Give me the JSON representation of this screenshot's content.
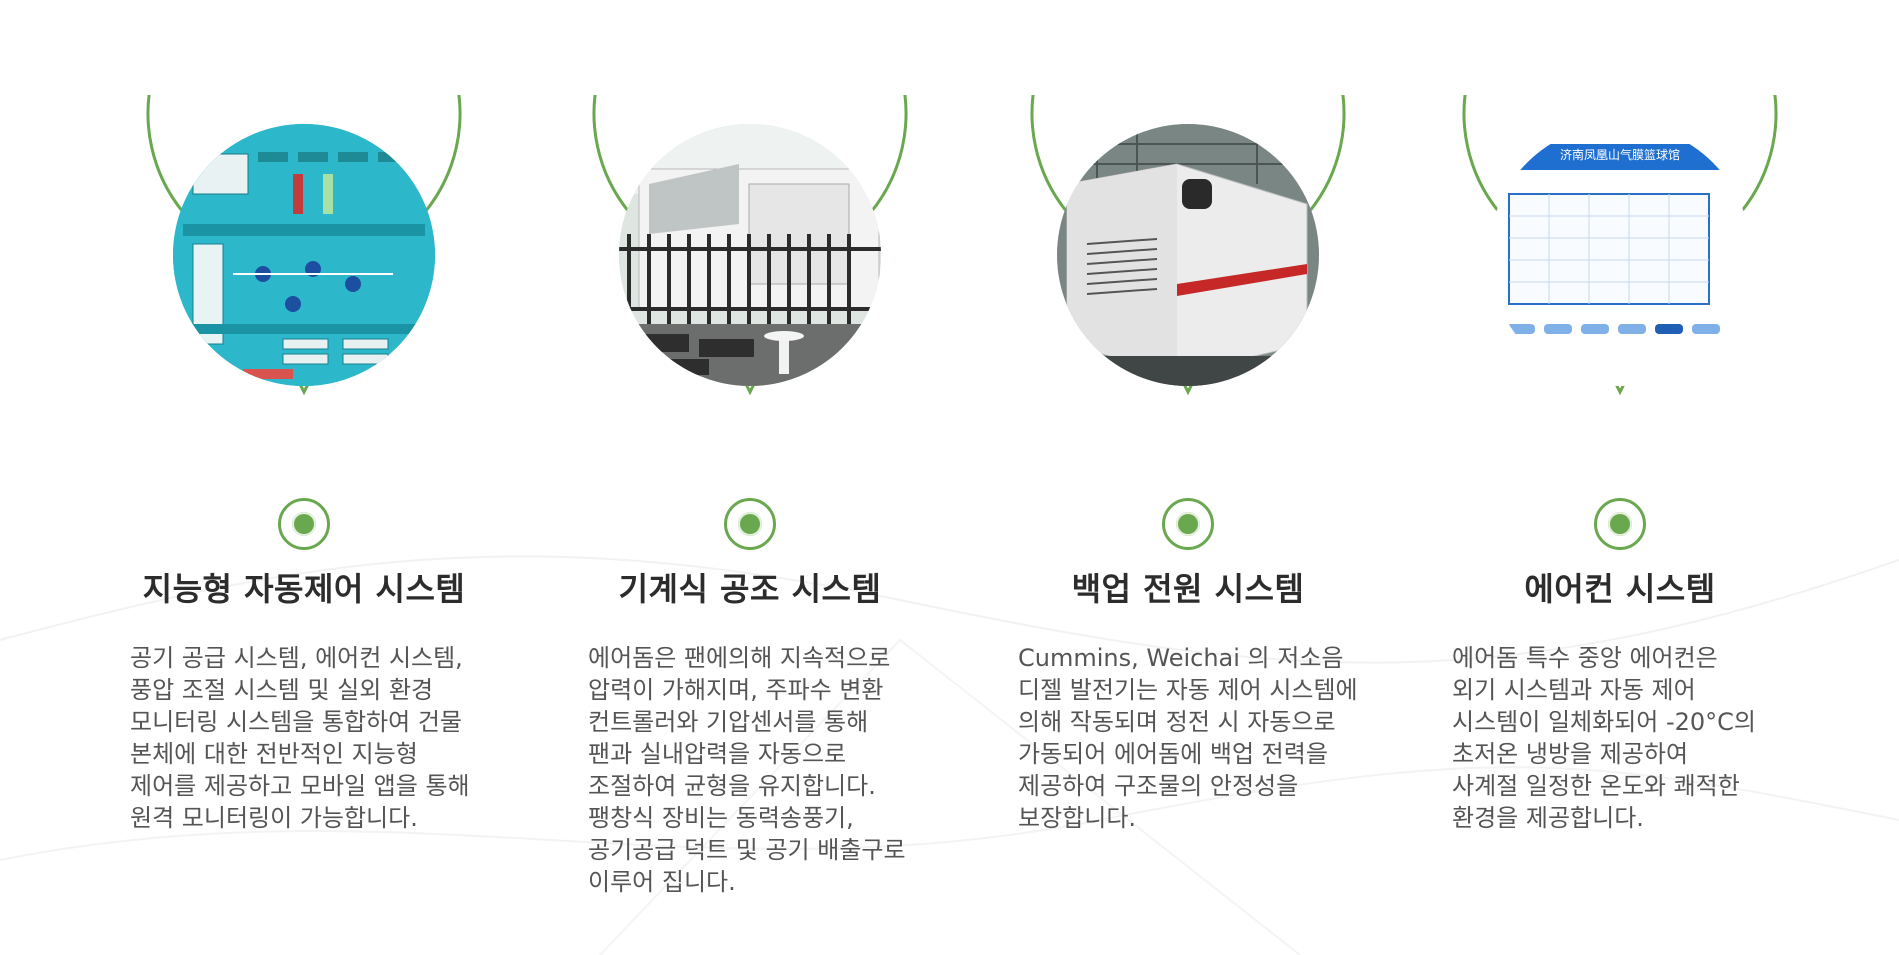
{
  "accent_color": "#6aa84f",
  "items": [
    {
      "title": "지능형 자동제어 시스템",
      "description": "공기 공급 시스템, 에어컨 시스템,\n풍압 조절 시스템 및 실외 환경\n모니터링 시스템을 통합하여 건물\n본체에 대한 전반적인 지능형\n제어를 제공하고 모바일 앱을 통해\n원격 모니터링이 가능합니다.",
      "image_icon": "control-panel-image"
    },
    {
      "title": "기계식 공조 시스템",
      "description": "에어돔은 팬에의해 지속적으로\n압력이 가해지며, 주파수 변환\n컨트롤러와 기압센서를 통해\n팬과 실내압력을 자동으로\n조절하여 균형을 유지합니다.\n팽창식 장비는 동력송풍기,\n공기공급 덕트 및 공기 배출구로\n이루어 집니다.",
      "image_icon": "air-handling-unit-image"
    },
    {
      "title": "백업 전원 시스템",
      "description": "Cummins, Weichai 의 저소음\n디젤 발전기는 자동 제어 시스템에\n의해 작동되며 정전 시 자동으로\n가동되어 에어돔에 백업 전력을\n제공하여 구조물의 안정성을\n보장합니다.",
      "image_icon": "diesel-generator-image"
    },
    {
      "title": "에어컨 시스템",
      "description": "에어돔 특수 중앙 에어컨은\n외기 시스템과 자동 제어\n시스템이 일체화되어 -20°C의\n초저온 냉방을 제공하여\n사계절 일정한 온도와 쾌적한\n환경을 제공합니다.",
      "image_icon": "monitoring-screen-image",
      "screen_title": "济南凤凰山气膜篮球馆"
    }
  ]
}
